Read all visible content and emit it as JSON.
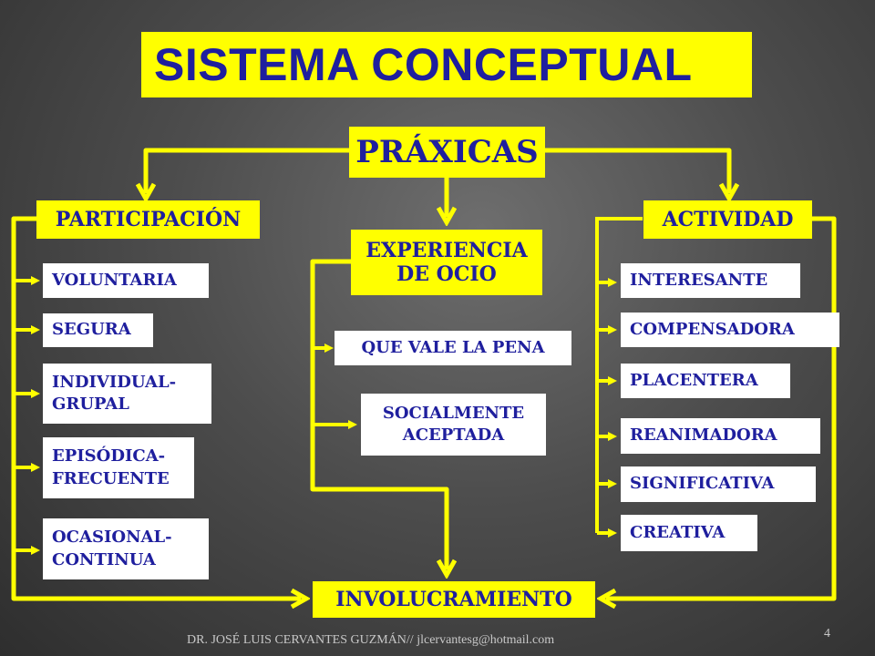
{
  "title": "SISTEMA CONCEPTUAL",
  "root": "PRÁXICAS",
  "left": {
    "heading": "PARTICIPACIÓN",
    "items": [
      "VOLUNTARIA",
      "SEGURA",
      "INDIVIDUAL-\nGRUPAL",
      "EPISÓDICA-\nFRECUENTE",
      "OCASIONAL-\nCONTINUA"
    ]
  },
  "center": {
    "heading": "EXPERIENCIA\nDE OCIO",
    "items": [
      "QUE VALE LA PENA",
      "SOCIALMENTE\nACEPTADA"
    ]
  },
  "right": {
    "heading": "ACTIVIDAD",
    "items": [
      "INTERESANTE",
      "COMPENSADORA",
      "PLACENTERA",
      "REANIMADORA",
      "SIGNIFICATIVA",
      "CREATIVA"
    ]
  },
  "bottom": "INVOLUCRAMIENTO",
  "footer": "DR. JOSÉ LUIS CERVANTES GUZMÁN// jlcervantesg@hotmail.com",
  "page_number": "4",
  "colors": {
    "box_fill": "#ffff00",
    "text": "#1f1f9e",
    "connector": "#ffff00",
    "item_fill": "#ffffff"
  }
}
